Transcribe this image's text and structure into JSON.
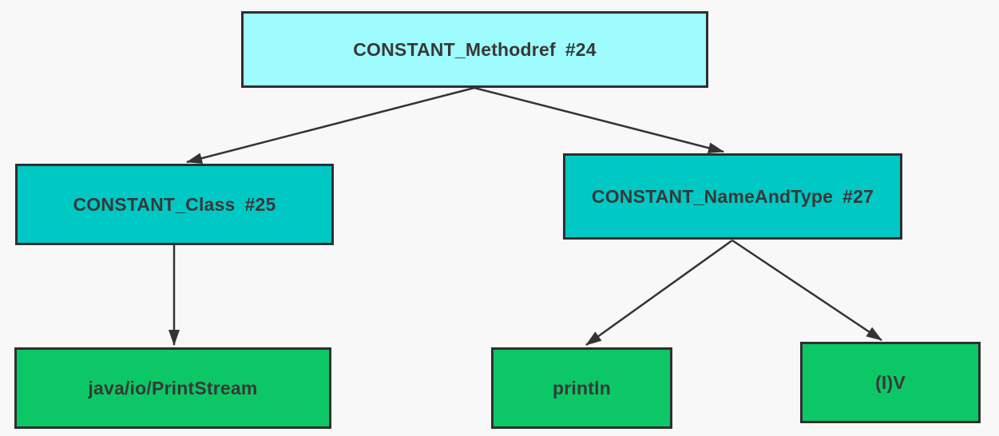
{
  "diagram": {
    "background_color": "#f8f8f8",
    "line_color": "#333333",
    "text_color": "#383838",
    "nodes": {
      "methodref": {
        "title": "CONSTANT_Methodref",
        "index": "#24",
        "fill": "#9efcfe"
      },
      "class": {
        "title": "CONSTANT_Class",
        "index": "#25",
        "fill": "#00c8c4"
      },
      "nameandtype": {
        "title": "CONSTANT_NameAndType",
        "index": "#27",
        "fill": "#00c8c4"
      },
      "printstream": {
        "label": "java/io/PrintStream",
        "fill": "#0cc766"
      },
      "println": {
        "label": "println",
        "fill": "#0cc766"
      },
      "iv": {
        "label": "(I)V",
        "fill": "#0cc766"
      }
    },
    "edges": [
      {
        "from": "CONSTANT_Methodref #24",
        "to": "CONSTANT_Class #25"
      },
      {
        "from": "CONSTANT_Methodref #24",
        "to": "CONSTANT_NameAndType #27"
      },
      {
        "from": "CONSTANT_Class #25",
        "to": "java/io/PrintStream"
      },
      {
        "from": "CONSTANT_NameAndType #27",
        "to": "println"
      },
      {
        "from": "CONSTANT_NameAndType #27",
        "to": "(I)V"
      }
    ]
  }
}
